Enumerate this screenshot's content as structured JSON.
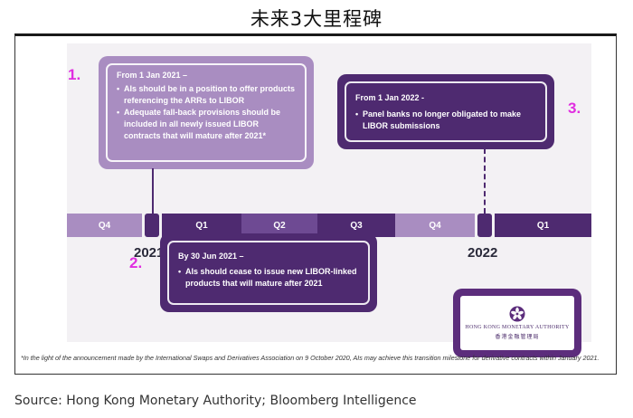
{
  "title": "未来3大里程碑",
  "milestones": [
    {
      "number": "1.",
      "heading": "From 1 Jan 2021 –",
      "bullets": [
        "AIs should be in a position to offer products referencing the ARRs to LIBOR",
        "Adequate fall-back provisions should be included in all newly issued LIBOR contracts that will mature after 2021*"
      ]
    },
    {
      "number": "2.",
      "heading": "By 30 Jun 2021 –",
      "bullets": [
        "AIs should cease to issue new LIBOR-linked products that will mature after 2021"
      ]
    },
    {
      "number": "3.",
      "heading": "From 1 Jan 2022 -",
      "bullets": [
        "Panel banks no longer obligated to make LIBOR submissions"
      ]
    }
  ],
  "timeline": {
    "quarters": [
      "Q4",
      "Q1",
      "Q2",
      "Q3",
      "Q4",
      "Q1"
    ],
    "years": [
      "2021",
      "2022"
    ]
  },
  "logo": {
    "name_en": "HONG KONG MONETARY AUTHORITY",
    "name_zh": "香港金融管理局"
  },
  "footnote": "*In the light of the announcement made by the International Swaps and Derivatives Association on 9 October 2020, AIs may achieve this transition milestone for derivative contracts within January 2021.",
  "source": "Source: Hong Kong Monetary Authority; Bloomberg Intelligence",
  "colors": {
    "dark_purple": "#4e2a70",
    "light_purple": "#a98dc1",
    "accent_magenta": "#e02ee0"
  }
}
